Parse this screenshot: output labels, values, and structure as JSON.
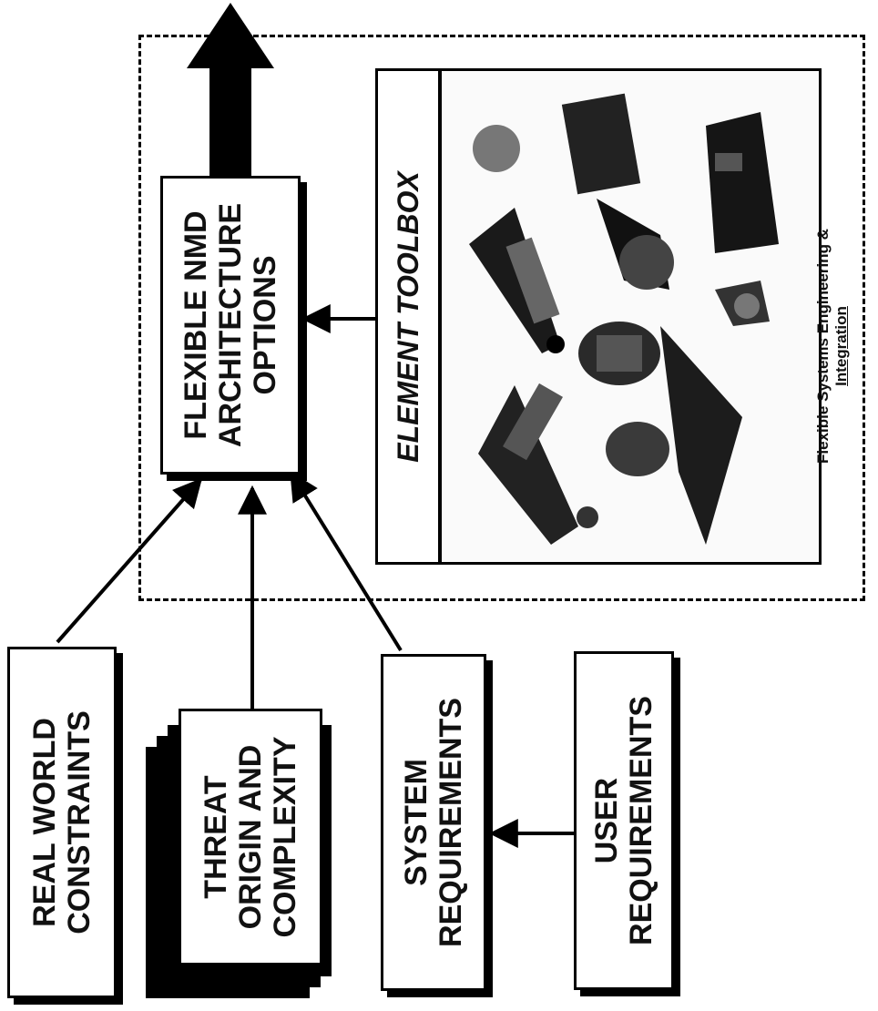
{
  "boxes": {
    "real_world": [
      "REAL WORLD",
      "CONSTRAINTS"
    ],
    "threat": [
      "THREAT",
      "ORIGIN AND",
      "COMPLEXITY"
    ],
    "system": [
      "SYSTEM",
      "REQUIREMENTS"
    ],
    "user": [
      "USER",
      "REQUIREMENTS"
    ],
    "architecture": [
      "FLEXIBLE NMD",
      "ARCHITECTURE",
      "OPTIONS"
    ]
  },
  "toolbox": {
    "title": "ELEMENT TOOLBOX",
    "caption": [
      "Flexible Systems Engineering &",
      "Integration"
    ]
  },
  "icons": [
    "up-arrow-icon",
    "satellite-icon",
    "radar-icon",
    "interceptor-icon",
    "missile-icon"
  ],
  "colors": {
    "ink": "#000000",
    "paper": "#ffffff"
  }
}
